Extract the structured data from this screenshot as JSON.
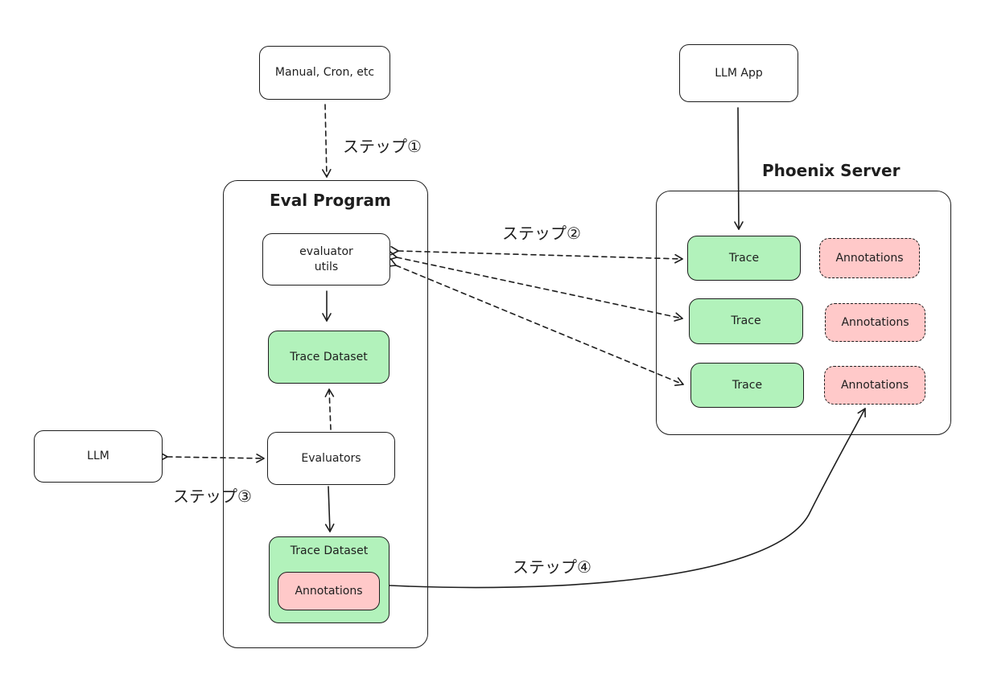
{
  "top_trigger": {
    "label": "Manual, Cron, etc"
  },
  "llm_app": {
    "label": "LLM App"
  },
  "eval_program": {
    "title": "Eval Program",
    "evaluator_utils": "evaluator\nutils",
    "trace_dataset": "Trace Dataset",
    "evaluators": "Evaluators",
    "result_dataset": {
      "label": "Trace Dataset",
      "annotations": "Annotations"
    }
  },
  "phoenix_server": {
    "title": "Phoenix Server",
    "rows": [
      {
        "trace": "Trace",
        "annotations": "Annotations"
      },
      {
        "trace": "Trace",
        "annotations": "Annotations"
      },
      {
        "trace": "Trace",
        "annotations": "Annotations"
      }
    ]
  },
  "llm": {
    "label": "LLM"
  },
  "steps": {
    "step1": "ステップ①",
    "step2": "ステップ②",
    "step3": "ステップ③",
    "step4": "ステップ④"
  },
  "colors": {
    "trace_fill": "#b2f2bb",
    "annotation_fill": "#ffc9c9",
    "stroke": "#1e1e1e"
  }
}
